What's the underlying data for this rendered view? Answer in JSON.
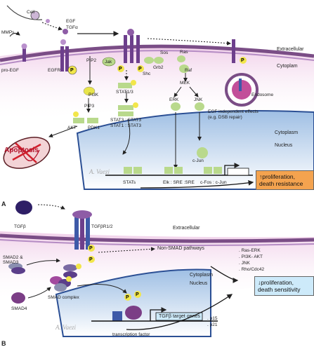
{
  "panelA": {
    "panel_label": "A",
    "cell_label": "Cell",
    "mmps": "MMPs",
    "egf": "EGF",
    "tgfa": "TGFα",
    "pro_egf": "pro-EGF",
    "egfr": "EGFR",
    "pip2": "PIP2",
    "jak": "Jak",
    "sos": "Sos",
    "grb2": "Grb2",
    "shc": "Shc",
    "ras": "Ras",
    "raf": "Raf",
    "mek": "MEK",
    "erk": "ERK",
    "jnk": "JNK",
    "pi3k": "PI3K",
    "pip3": "PIP3",
    "stat13": "STAT1/3",
    "stat_dimer1": "STAT3 : STAT3",
    "stat_dimer2": "STAT1 : STAT3",
    "akt": "AKT",
    "pdk1": "PDK1",
    "apoptosis": "Apoptosis",
    "extracellular": "Extracellular",
    "cytoplasm_top": "Cytoplam",
    "endosome": "Endosome",
    "egf_independent_line1": "EGF independent effects",
    "egf_independent_line2": "(e.g. DSB repair)",
    "cytoplasm": "Cytoplasm",
    "nucleus": "Nucleus",
    "cjun": "c-Jun",
    "stats": "STATs",
    "elk_sre": "Elk : SRE :SRE",
    "cfos_cjun": "c-Fos : c-Jun",
    "outcome_line1": "proliferation,",
    "outcome_line2": "death resistance",
    "signature": "A. Vaezi"
  },
  "panelB": {
    "panel_label": "B",
    "tgfb": "TGFβ",
    "tgfbr": "TGFβR1/2",
    "extracellular": "Extracellular",
    "smad23_line1": "SMAD2 &",
    "smad23_line2": "SMAD3",
    "non_smad": "Non-SMAD pathways",
    "pathways": [
      ". Ras-ERK",
      ". PI3K- AKT",
      ". JNK",
      ". Rho/Cdc42"
    ],
    "cytoplasm": "Cytoplasm",
    "nucleus": "Nucleus",
    "smad_complex": "SMAD complex",
    "smad4": "SMAD4",
    "target_genes": "TGFβ target genes",
    "p15": ". p15",
    "p21": ". p21",
    "transcription_factor": "transcription factor",
    "outcome_line1": "proliferation,",
    "outcome_line2": "death sensitivity",
    "signature": "A. Vaezi"
  },
  "phospho_label": "P",
  "colors": {
    "membrane": "#7a4d86",
    "cytoplasm_tint": "#eec7e5",
    "nucleus": "#c7daf0",
    "receptor_purple": "#6d3f8c",
    "receptor_blue": "#3e5aa8",
    "stat_green": "#b9d98c",
    "phospho_yellow": "#f2e64a",
    "endosome": "#c24f9a",
    "orange_box": "#f4a34f",
    "blue_box": "#cdeafa"
  }
}
